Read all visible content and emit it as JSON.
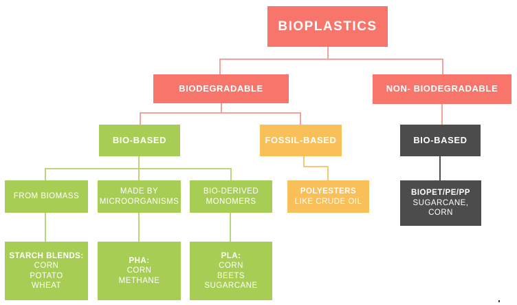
{
  "title": "BIOPLASTICS",
  "biodegradable": {
    "label": "BIODEGRADABLE",
    "bio_based": {
      "label": "BIO-BASED",
      "from_biomass": {
        "label": "FROM BIOMASS",
        "examples": {
          "head": "STARCH BLENDS:",
          "items": [
            "CORN",
            "POTATO",
            "WHEAT"
          ]
        }
      },
      "made_by_microorganisms": {
        "lines": [
          "MADE BY",
          "MICROORGANISMS"
        ],
        "examples": {
          "head": "PHA:",
          "items": [
            "CORN",
            "METHANE"
          ]
        }
      },
      "bio_derived_monomers": {
        "lines": [
          "BIO-DERIVED",
          "MONOMERS"
        ],
        "examples": {
          "head": "PLA:",
          "items": [
            "CORN",
            "BEETS",
            "SUGARCANE"
          ]
        }
      }
    },
    "fossil_based": {
      "label": "FOSSIL-BASED",
      "polyesters": {
        "head": "POLYESTERS",
        "item": "LIKE CRUDE OIL"
      }
    }
  },
  "non_biodegradable": {
    "label": "NON- BIODEGRADABLE",
    "bio_based": {
      "label": "BIO-BASED",
      "examples": {
        "head": "BIOPET/PE/PP",
        "items": [
          "SUGARCANE,",
          "CORN"
        ]
      }
    }
  },
  "colors": {
    "salmon": "#f8756b",
    "green": "#a8cd55",
    "yellow": "#f9bf58",
    "dark": "#4c4c4c",
    "connector_salmon": "#f3a199",
    "connector_green": "#b9d77a",
    "connector_yellow": "#f6c878",
    "connector_dark": "#4c4c4c"
  }
}
